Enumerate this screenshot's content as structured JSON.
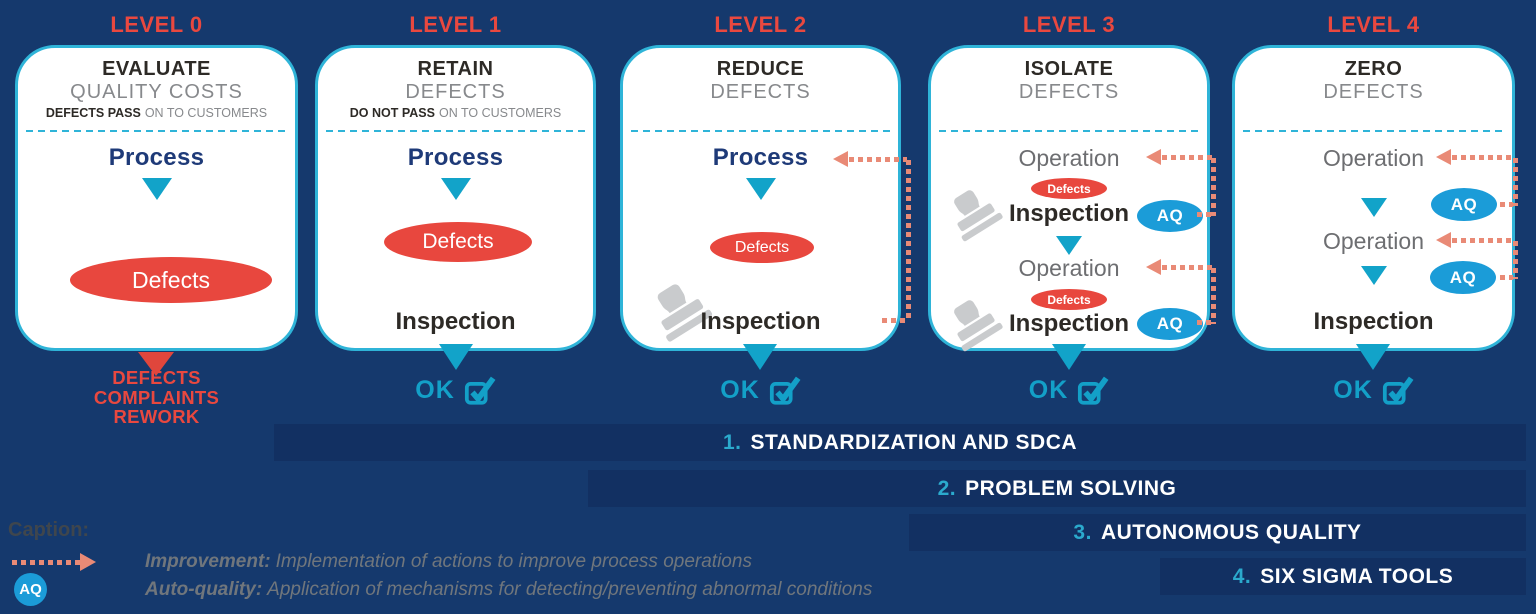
{
  "levels": [
    {
      "label": "LEVEL 0",
      "heading": {
        "line1": "EVALUATE",
        "line2": "QUALITY COSTS",
        "line3_bold": "DEFECTS PASS",
        "line3_rest": "ON TO CUSTOMERS"
      },
      "process_label": "Process",
      "defects_label": "Defects",
      "outcome": {
        "l1": "DEFECTS",
        "l2": "COMPLAINTS",
        "l3": "REWORK"
      }
    },
    {
      "label": "LEVEL 1",
      "heading": {
        "line1": "RETAIN",
        "line2": "DEFECTS",
        "line3_bold": "DO NOT PASS",
        "line3_rest": "ON TO CUSTOMERS"
      },
      "process_label": "Process",
      "defects_label": "Defects",
      "inspection_label": "Inspection",
      "ok_label": "OK"
    },
    {
      "label": "LEVEL 2",
      "heading": {
        "line1": "REDUCE",
        "line2": "DEFECTS"
      },
      "process_label": "Process",
      "defects_label": "Defects",
      "inspection_label": "Inspection",
      "ok_label": "OK"
    },
    {
      "label": "LEVEL 3",
      "heading": {
        "line1": "ISOLATE",
        "line2": "DEFECTS"
      },
      "operation_label": "Operation",
      "defects_label": "Defects",
      "inspection_label": "Inspection",
      "aq_label": "AQ",
      "ok_label": "OK"
    },
    {
      "label": "LEVEL 4",
      "heading": {
        "line1": "ZERO",
        "line2": "DEFECTS"
      },
      "operation_label": "Operation",
      "inspection_label": "Inspection",
      "aq_label": "AQ",
      "ok_label": "OK"
    }
  ],
  "bars": [
    {
      "number": "1.",
      "label": "STANDARDIZATION AND SDCA"
    },
    {
      "number": "2.",
      "label": "PROBLEM SOLVING"
    },
    {
      "number": "3.",
      "label": "AUTONOMOUS QUALITY"
    },
    {
      "number": "4.",
      "label": "SIX SIGMA TOOLS"
    }
  ],
  "caption": {
    "title": "Caption:",
    "improvement_term": "Improvement:",
    "improvement_desc": "Implementation of actions to improve process operations",
    "autoquality_term": "Auto-quality:",
    "autoquality_desc": "Application of mechanisms for detecting/preventing abnormal conditions",
    "aq_badge": "AQ"
  },
  "colors": {
    "background": "#15396D",
    "bar_fill": "#123062",
    "card_border_teal": "#2FB4D8",
    "triangle_teal": "#12A3C9",
    "ok_teal": "#13A0C8",
    "level_red": "#E9483F",
    "defects_red": "#E8473E",
    "aq_blue": "#1B9CD8",
    "improvement_salmon": "#E98A76",
    "process_navy": "#1E3A78",
    "gray_text": "#87898C",
    "dark_text": "#2D2A26"
  }
}
